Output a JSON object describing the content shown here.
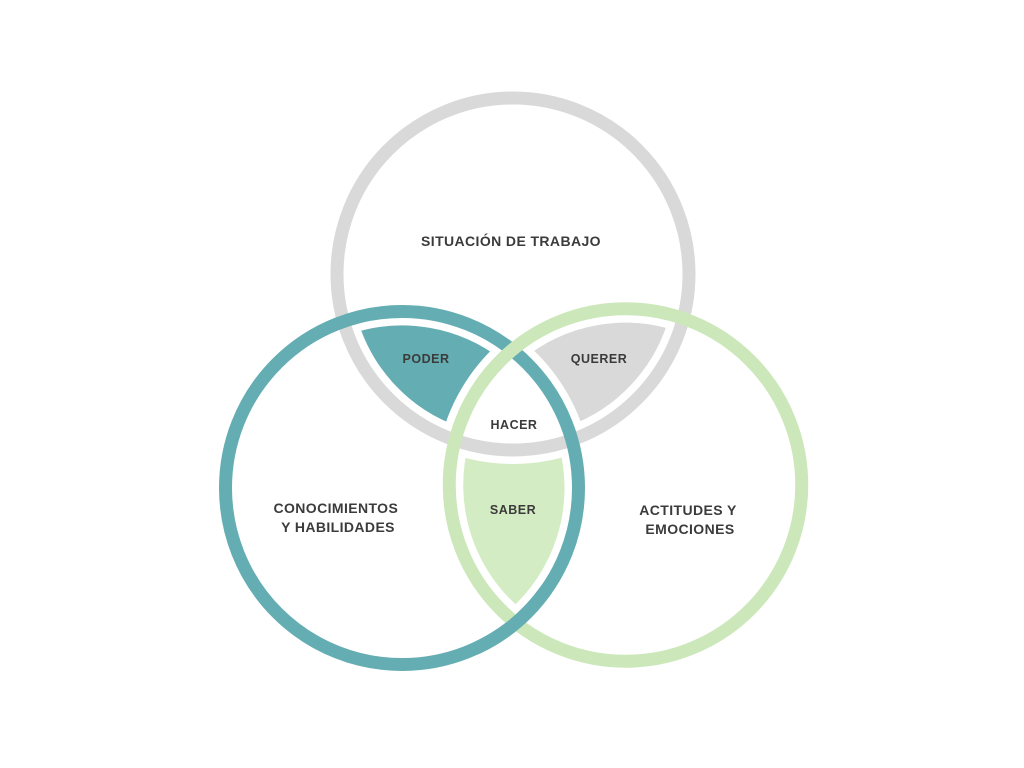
{
  "venn": {
    "background_color": "#ffffff",
    "text_color": "#3B3B3B",
    "circles": {
      "top": {
        "label": "SITUACIÓN DE TRABAJO",
        "color": "#D9D9D9"
      },
      "left": {
        "label_line1": "CONOCIMIENTOS",
        "label_line2": "Y HABILIDADES",
        "color": "#64ADB2"
      },
      "right": {
        "label_line1": "ACTITUDES Y",
        "label_line2": "EMOCIONES",
        "color": "#CCE8BA"
      }
    },
    "regions": {
      "poder": {
        "label": "PODER",
        "fill_color": "#64ADB2"
      },
      "querer": {
        "label": "QUERER",
        "fill_color": "#D9D9D9"
      },
      "hacer": {
        "label": "HACER",
        "fill_color": "#FFFFFF"
      },
      "saber": {
        "label": "SABER",
        "fill_color": "#D4ECC4"
      }
    }
  }
}
